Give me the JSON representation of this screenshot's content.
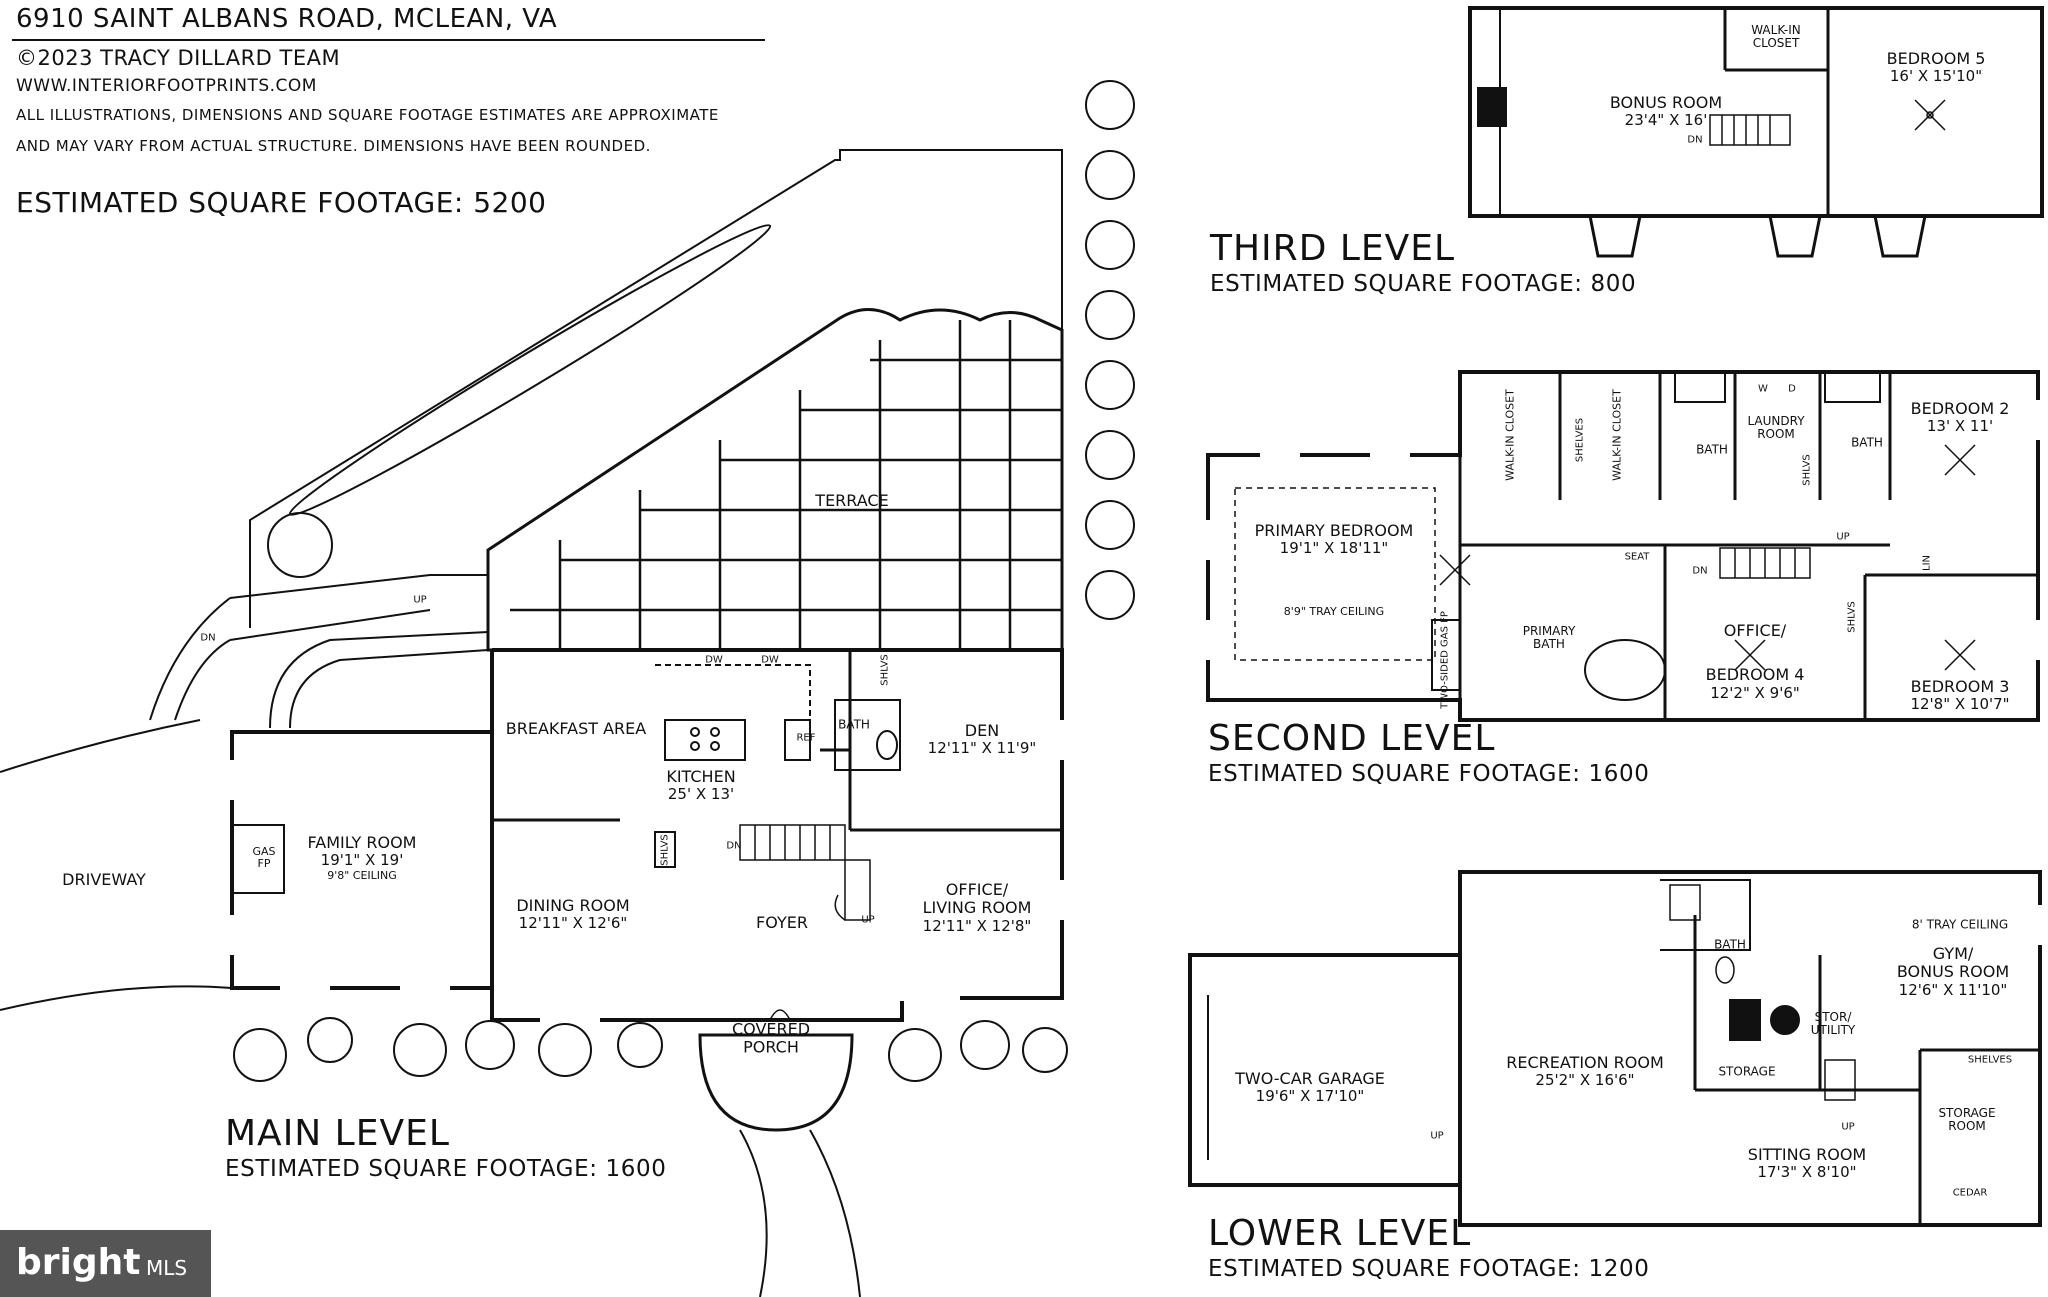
{
  "header": {
    "address": "6910 SAINT ALBANS ROAD, MCLEAN, VA",
    "copyright": "©2023 TRACY DILLARD TEAM",
    "website": "WWW.INTERIORFOOTPRINTS.COM",
    "disclaimer_1": "ALL ILLUSTRATIONS, DIMENSIONS AND SQUARE FOOTAGE ESTIMATES ARE APPROXIMATE",
    "disclaimer_2": "AND MAY VARY FROM ACTUAL STRUCTURE. DIMENSIONS HAVE BEEN ROUNDED.",
    "total_sqft": "ESTIMATED SQUARE FOOTAGE: 5200"
  },
  "levels": {
    "main": {
      "title": "MAIN LEVEL",
      "sqft": "ESTIMATED SQUARE FOOTAGE: 1600"
    },
    "third": {
      "title": "THIRD LEVEL",
      "sqft": "ESTIMATED SQUARE FOOTAGE: 800"
    },
    "second": {
      "title": "SECOND LEVEL",
      "sqft": "ESTIMATED SQUARE FOOTAGE: 1600"
    },
    "lower": {
      "title": "LOWER LEVEL",
      "sqft": "ESTIMATED SQUARE FOOTAGE: 1200"
    }
  },
  "main_rooms": {
    "terrace": "TERRACE",
    "breakfast": "BREAKFAST AREA",
    "kitchen": "KITCHEN",
    "kitchen_dim": "25' X 13'",
    "den": "DEN",
    "den_dim": "12'11\" X 11'9\"",
    "bath": "BATH",
    "family": "FAMILY ROOM",
    "family_dim": "19'1\" X 19'",
    "family_note": "9'8\" CEILING",
    "gas": "GAS",
    "fp": "FP",
    "driveway": "DRIVEWAY",
    "dining": "DINING ROOM",
    "dining_dim": "12'11\" X 12'6\"",
    "foyer": "FOYER",
    "office": "OFFICE/",
    "office_2": "LIVING ROOM",
    "office_dim": "12'11\" X 12'8\"",
    "porch": "COVERED",
    "porch_2": "PORCH",
    "up": "UP",
    "dn": "DN",
    "dw": "DW",
    "ref": "REF",
    "shlvs": "SHLVS"
  },
  "third_rooms": {
    "walkin": "WALK-IN",
    "closet": "CLOSET",
    "bonus": "BONUS ROOM",
    "bonus_dim": "23'4\" X 16'",
    "bed5": "BEDROOM 5",
    "bed5_dim": "16' X 15'10\"",
    "dn": "DN"
  },
  "second_rooms": {
    "primary": "PRIMARY BEDROOM",
    "primary_dim": "19'1\" X 18'11\"",
    "primary_note": "8'9\" TRAY CEILING",
    "walkin": "WALK-IN",
    "closet": "CLOSET",
    "shelves": "SHELVES",
    "shlvs": "SHLVS",
    "bath": "BATH",
    "laundry": "LAUNDRY",
    "laundry_2": "ROOM",
    "w": "W",
    "d": "D",
    "bed2": "BEDROOM 2",
    "bed2_dim": "13' X 11'",
    "lin": "LIN",
    "primary_bath": "PRIMARY",
    "primary_bath_2": "BATH",
    "seat": "SEAT",
    "gas_fp": "TWO-SIDED GAS FP",
    "office": "OFFICE/",
    "bed4": "BEDROOM 4",
    "bed4_dim": "12'2\" X 9'6\"",
    "bed3": "BEDROOM 3",
    "bed3_dim": "12'8\" X 10'7\"",
    "up": "UP",
    "dn": "DN"
  },
  "lower_rooms": {
    "garage": "TWO-CAR GARAGE",
    "garage_dim": "19'6\" X 17'10\"",
    "rec": "RECREATION ROOM",
    "rec_dim": "25'2\" X 16'6\"",
    "bath": "BATH",
    "tray": "8' TRAY CEILING",
    "gym": "GYM/",
    "gym_2": "BONUS ROOM",
    "gym_dim": "12'6\" X 11'10\"",
    "stor": "STOR/",
    "utility": "UTILITY",
    "storage": "STORAGE",
    "shelves": "SHELVES",
    "storage_room": "STORAGE",
    "storage_room_2": "ROOM",
    "sitting": "SITTING ROOM",
    "sitting_dim": "17'3\" X 8'10\"",
    "cedar": "CEDAR",
    "up": "UP"
  },
  "badge": {
    "brand": "bright",
    "mls": "MLS"
  }
}
